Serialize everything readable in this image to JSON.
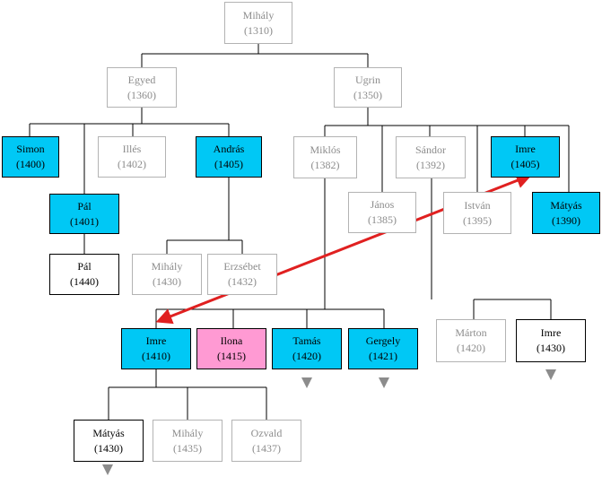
{
  "colors": {
    "connector": "#000000",
    "gray_border": "#b3b3b3",
    "highlight_blue": "#00c8f5",
    "highlight_pink": "#ff9ad3",
    "relation_arrow": "#e02020",
    "continuation_arrow": "#8c8c8c"
  },
  "people": {
    "mihaly_root": {
      "name": "Mihály",
      "year": "(1310)",
      "style": "gray"
    },
    "egyed": {
      "name": "Egyed",
      "year": "(1360)",
      "style": "gray"
    },
    "ugrin": {
      "name": "Ugrin",
      "year": "(1350)",
      "style": "gray"
    },
    "simon": {
      "name": "Simon",
      "year": "(1400)",
      "style": "blue"
    },
    "illes": {
      "name": "Illés",
      "year": "(1402)",
      "style": "gray"
    },
    "andras": {
      "name": "András",
      "year": "(1405)",
      "style": "blue"
    },
    "miklos": {
      "name": "Miklós",
      "year": "(1382)",
      "style": "gray"
    },
    "sandor": {
      "name": "Sándor",
      "year": "(1392)",
      "style": "gray"
    },
    "imre_1405": {
      "name": "Imre",
      "year": "(1405)",
      "style": "blue"
    },
    "pal_1401": {
      "name": "Pál",
      "year": "(1401)",
      "style": "blue"
    },
    "janos": {
      "name": "János",
      "year": "(1385)",
      "style": "gray"
    },
    "istvan": {
      "name": "István",
      "year": "(1395)",
      "style": "gray"
    },
    "matyas_1390": {
      "name": "Mátyás",
      "year": "(1390)",
      "style": "blue"
    },
    "pal_1440": {
      "name": "Pál",
      "year": "(1440)",
      "style": "black"
    },
    "mihaly_1430": {
      "name": "Mihály",
      "year": "(1430)",
      "style": "gray"
    },
    "erzsebet": {
      "name": "Erzsébet",
      "year": "(1432)",
      "style": "gray"
    },
    "imre_1410": {
      "name": "Imre",
      "year": "(1410)",
      "style": "blue"
    },
    "ilona": {
      "name": "Ilona",
      "year": "(1415)",
      "style": "pink"
    },
    "tamas": {
      "name": "Tamás",
      "year": "(1420)",
      "style": "blue"
    },
    "gergely": {
      "name": "Gergely",
      "year": "(1421)",
      "style": "blue"
    },
    "marton": {
      "name": "Márton",
      "year": "(1420)",
      "style": "gray"
    },
    "imre_1430": {
      "name": "Imre",
      "year": "(1430)",
      "style": "black"
    },
    "matyas_1430": {
      "name": "Mátyás",
      "year": "(1430)",
      "style": "black"
    },
    "mihaly_1435": {
      "name": "Mihály",
      "year": "(1435)",
      "style": "gray"
    },
    "ozvald": {
      "name": "Ozvald",
      "year": "(1437)",
      "style": "gray"
    }
  }
}
